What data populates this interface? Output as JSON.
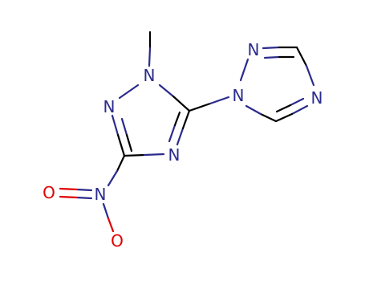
{
  "molecule": {
    "atoms": {
      "n1_label": "N",
      "n2_label": "N",
      "n4_label": "N",
      "n1p_label": "N",
      "n2p_label": "N",
      "n4p_label": "N",
      "nitro_n_label": "N",
      "nitro_o1_label": "O",
      "nitro_o2_label": "O"
    },
    "colors": {
      "bond": "#000000",
      "nitrogen": "#2b2b8c",
      "oxygen": "#e00000"
    }
  }
}
